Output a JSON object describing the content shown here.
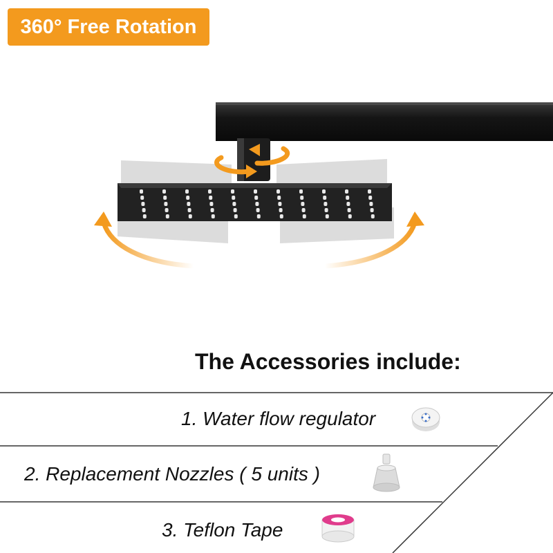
{
  "badge": {
    "label": "360° Free Rotation",
    "color": "#f39a1e"
  },
  "product": {
    "arm_color": "#1b1b1b",
    "head_color": "#222222",
    "arrow_color": "#f39a1e",
    "icons": [
      "shower-arm",
      "rotating-shower-head",
      "rotation-arrows",
      "tilt-arrows"
    ]
  },
  "accessories": {
    "title": "The Accessories include:",
    "items": [
      {
        "label": "1. Water flow regulator",
        "icon": "flow-regulator"
      },
      {
        "label": "2. Replacement Nozzles ( 5 units )",
        "icon": "nozzle"
      },
      {
        "label": "3. Teflon Tape",
        "icon": "teflon-tape"
      }
    ]
  }
}
